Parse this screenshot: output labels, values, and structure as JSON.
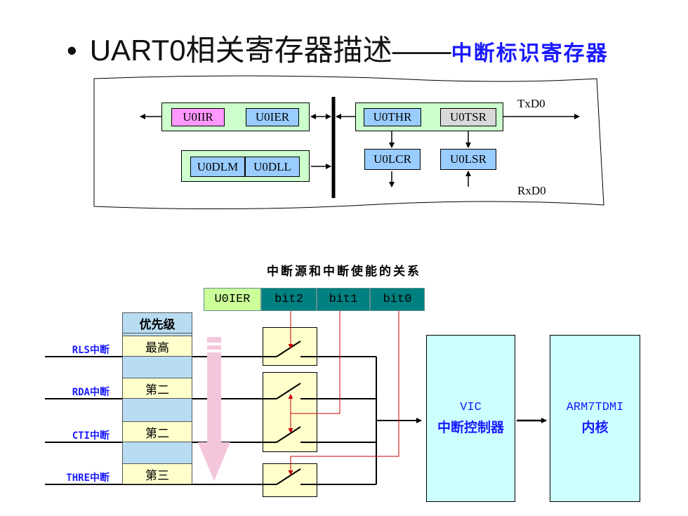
{
  "title": {
    "bullet": "•",
    "main": "UART0相关寄存器描述——",
    "sub": "中断标识寄存器"
  },
  "block_diagram": {
    "registers": {
      "iir": "U0IIR",
      "ier": "U0IER",
      "dlm": "U0DLM",
      "dll": "U0DLL",
      "thr": "U0THR",
      "tsr": "U0TSR",
      "lcr": "U0LCR",
      "lsr": "U0LSR"
    },
    "pins": {
      "tx": "TxD0",
      "rx": "RxD0"
    },
    "colors": {
      "register": "#99ccff",
      "group": "#ccffcc",
      "iir": "#ff99ff",
      "tsr": "#d9d9d9"
    }
  },
  "caption": "中断源和中断使能的关系",
  "ier_header": [
    "U0IER",
    "bit2",
    "bit1",
    "bit0"
  ],
  "priority": {
    "header": "优先级",
    "levels": [
      "最高",
      "第二",
      "第二",
      "第三"
    ]
  },
  "sources": [
    "RLS中断",
    "RDA中断",
    "CTI中断",
    "THRE中断"
  ],
  "vic": {
    "line1": "VIC",
    "line2": "中断控制器"
  },
  "core": {
    "line1": "ARM7TDMI",
    "line2": "内核"
  },
  "colors": {
    "accent": "#1a1aff",
    "enable_line": "#cc0000",
    "switch": "#ffffcc",
    "box": "#ccffff",
    "header_bits": "#008080",
    "header_reg": "#ccff99",
    "priority": "#b8dcf2",
    "priority_level": "#ffffcc",
    "arrow": "#f4c6dc"
  }
}
